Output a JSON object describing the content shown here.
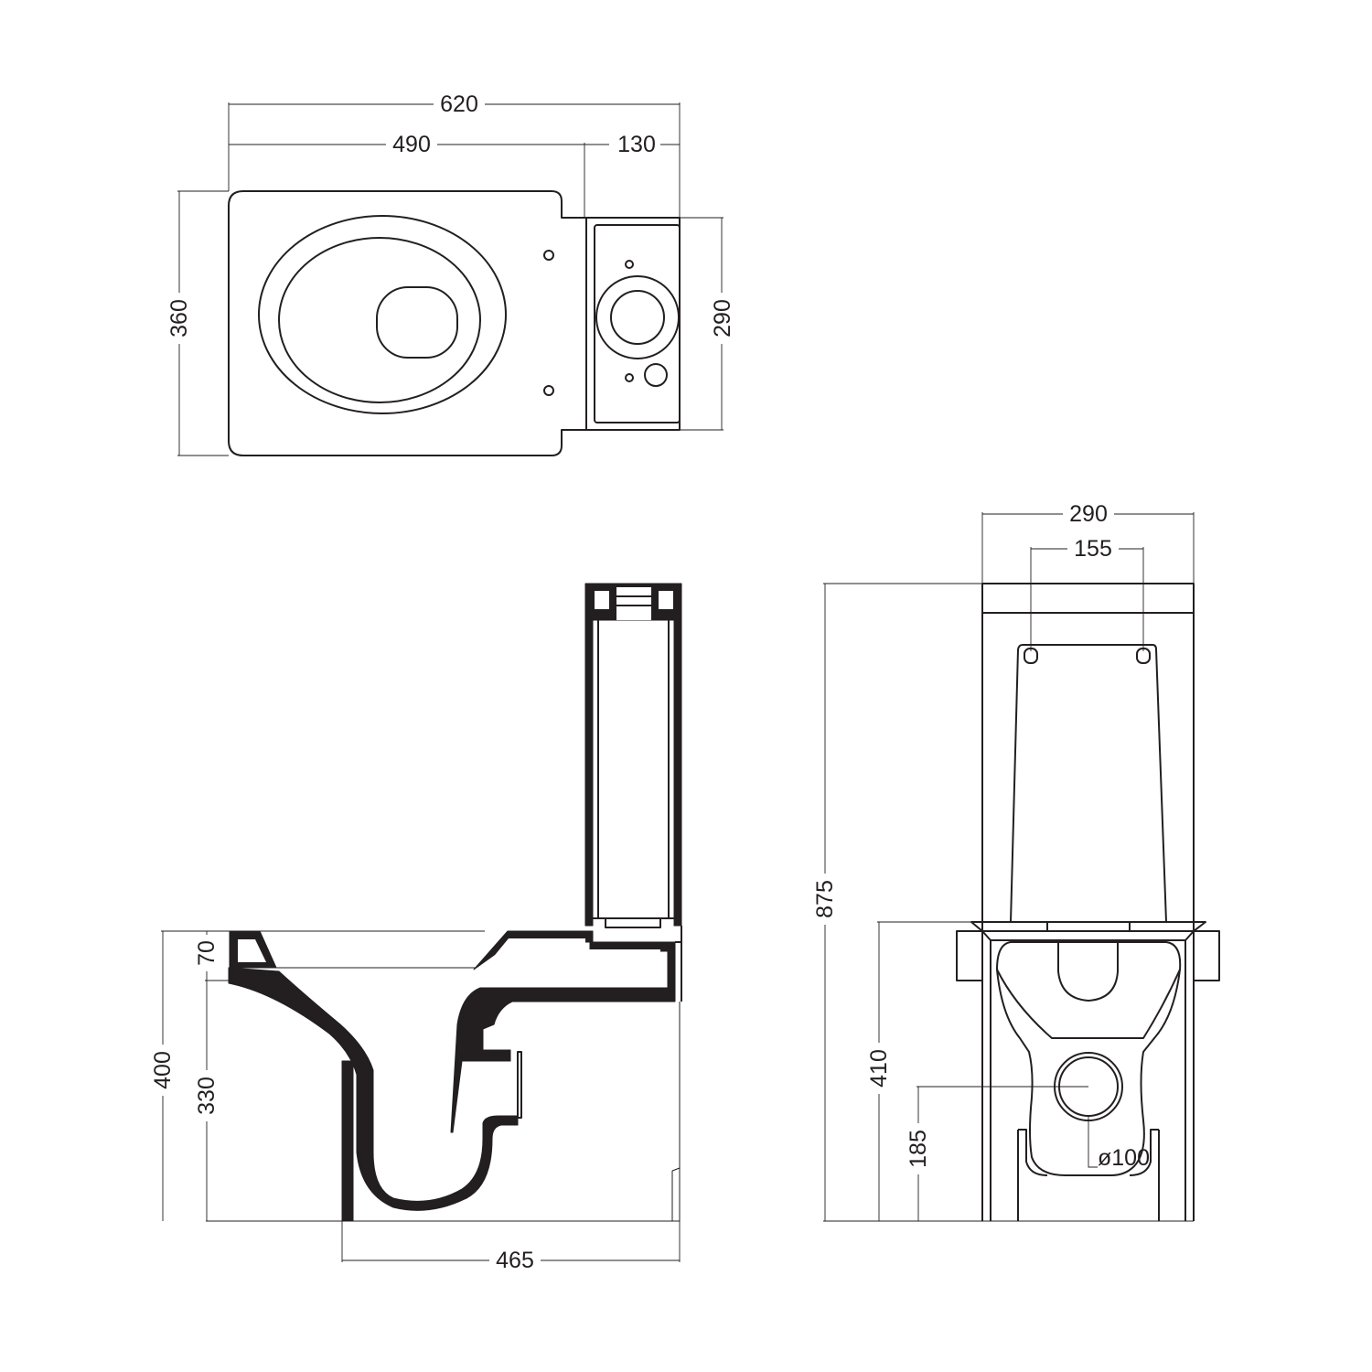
{
  "top_view": {
    "width_total": "620",
    "width_bowl": "490",
    "width_cistern": "130",
    "depth_total": "360",
    "depth_cistern": "290"
  },
  "side_view": {
    "height_total": "400",
    "height_rim_thickness": "70",
    "height_seat": "330",
    "length_floor": "465"
  },
  "front_view": {
    "width_cistern": "290",
    "fixing_spacing": "155",
    "height_total": "875",
    "height_bowl": "410",
    "outlet_height": "185",
    "outlet_diameter": "ø100"
  }
}
